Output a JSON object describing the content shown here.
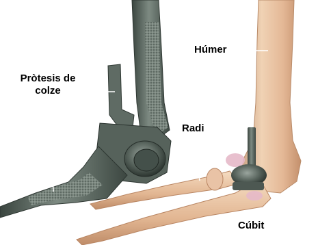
{
  "labels": {
    "protesis_line1": "Pròtesis de",
    "protesis_line2": "colze",
    "humer": "Húmer",
    "radi": "Radi",
    "cubit": "Cúbit"
  },
  "colors": {
    "bone_light": "#f2d3b3",
    "bone_mid": "#d9a87e",
    "bone_dark": "#b98562",
    "cartilage": "#e6b9c9",
    "metal_dark": "#3b4640",
    "metal_mid": "#6b776f",
    "metal_light": "#a9b3ac",
    "leader_line": "#ffffff"
  }
}
